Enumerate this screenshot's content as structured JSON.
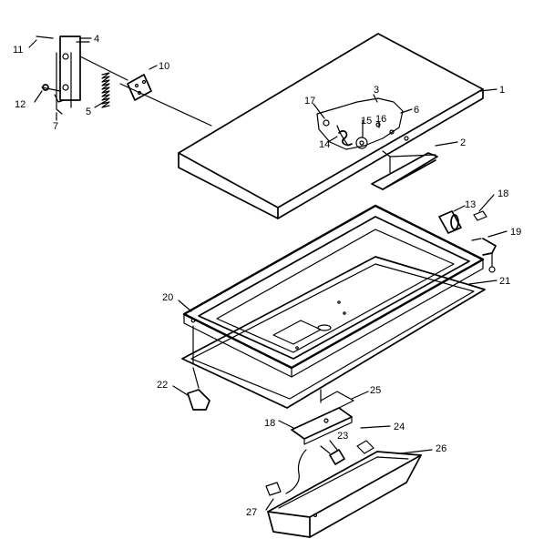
{
  "callouts": [
    {
      "id": "c1",
      "text": "1"
    },
    {
      "id": "c2",
      "text": "2"
    },
    {
      "id": "c3",
      "text": "3"
    },
    {
      "id": "c4",
      "text": "4"
    },
    {
      "id": "c5",
      "text": "5"
    },
    {
      "id": "c6",
      "text": "6"
    },
    {
      "id": "c7",
      "text": "7"
    },
    {
      "id": "c10",
      "text": "10"
    },
    {
      "id": "c11",
      "text": "11"
    },
    {
      "id": "c12",
      "text": "12"
    },
    {
      "id": "c13",
      "text": "13"
    },
    {
      "id": "c14",
      "text": "14"
    },
    {
      "id": "c15",
      "text": "15"
    },
    {
      "id": "c16",
      "text": "16"
    },
    {
      "id": "c17",
      "text": "17"
    },
    {
      "id": "c18a",
      "text": "18"
    },
    {
      "id": "c18b",
      "text": "18"
    },
    {
      "id": "c19",
      "text": "19"
    },
    {
      "id": "c20",
      "text": "20"
    },
    {
      "id": "c21",
      "text": "21"
    },
    {
      "id": "c22",
      "text": "22"
    },
    {
      "id": "c23",
      "text": "23"
    },
    {
      "id": "c24",
      "text": "24"
    },
    {
      "id": "c25",
      "text": "25"
    },
    {
      "id": "c26",
      "text": "26"
    },
    {
      "id": "c27",
      "text": "27"
    }
  ]
}
